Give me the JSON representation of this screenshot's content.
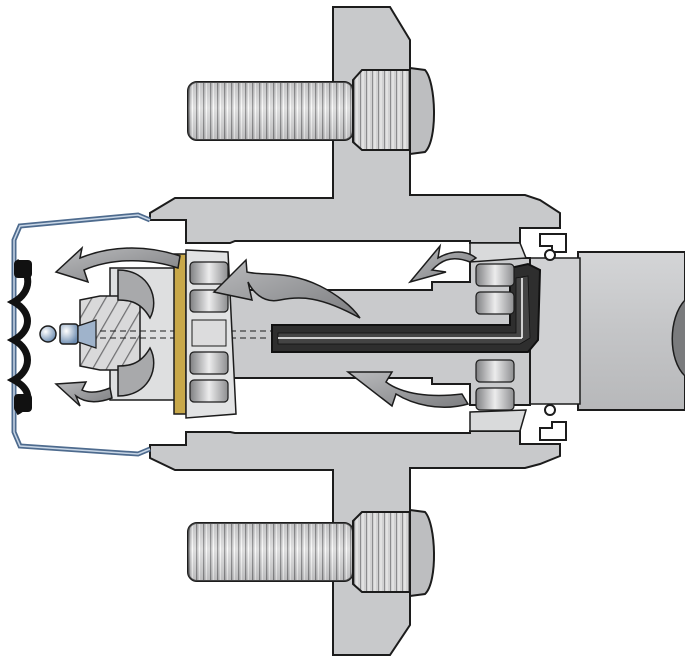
{
  "diagram": {
    "colors": {
      "hub": "#c8c9cb",
      "hub_stroke": "#1c1c1c",
      "steel_light": "#ececec",
      "steel_mid": "#b3b4b6",
      "steel_dark": "#6f7072",
      "grease": "#2e2e2e",
      "arrow": "#8e8f92",
      "dust_cap": "#4e6b8e",
      "boot": "#111111"
    },
    "parts": [
      "wheel-hub",
      "upper-wheel-stud",
      "lower-wheel-stud",
      "bearing-protector-cap",
      "rubber-boot",
      "grease-fitting",
      "spindle",
      "inner-bearing-cone",
      "outer-bearing-cone",
      "grease-seal",
      "grease-channel",
      "grease-flow-arrows",
      "axle-tube"
    ]
  }
}
